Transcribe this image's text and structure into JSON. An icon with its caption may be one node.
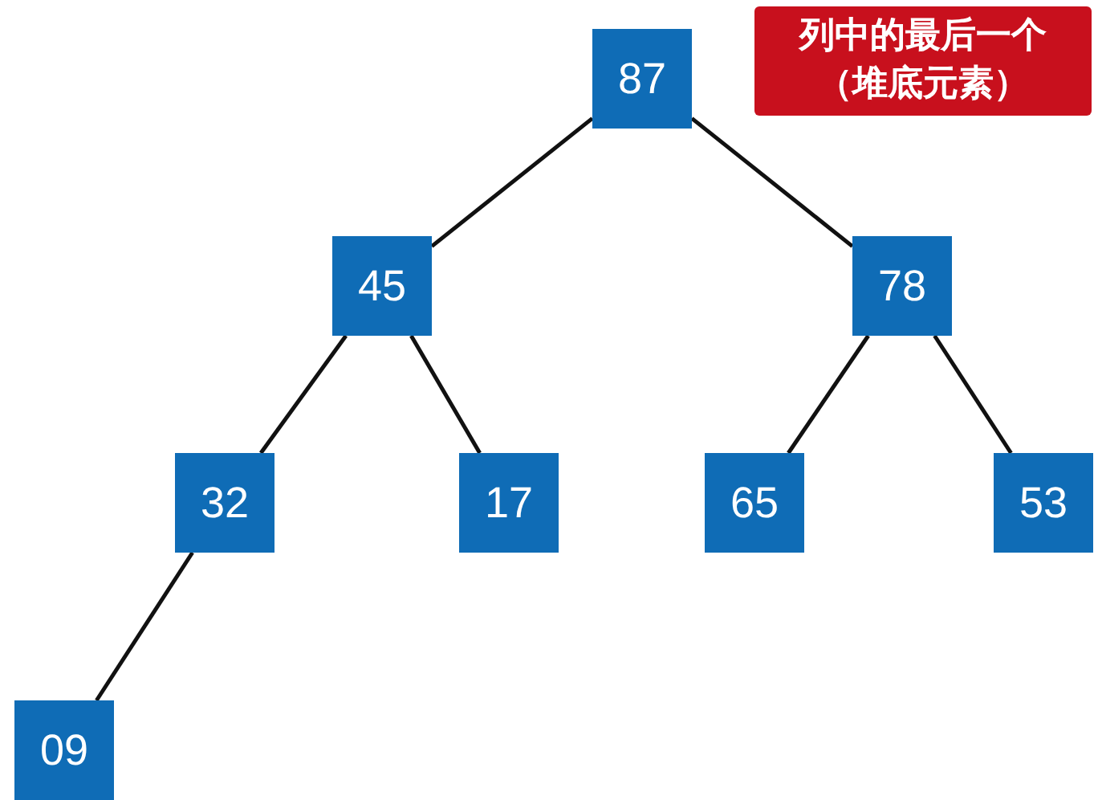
{
  "diagram": {
    "nodes": [
      {
        "text": [
          "87"
        ]
      },
      {
        "text": [
          "45"
        ]
      },
      {
        "text": [
          "78"
        ]
      },
      {
        "text": [
          "32"
        ]
      },
      {
        "text": [
          "17"
        ]
      },
      {
        "text": [
          "65"
        ]
      },
      {
        "text": [
          "53"
        ]
      },
      {
        "text": [
          "09"
        ]
      },
      {
        "text": [
          "列中的最后一个（堆底元素）"
        ]
      }
    ],
    "edges": [
      {
        "from": 0,
        "to": 1,
        "arrow": "none"
      },
      {
        "from": 0,
        "to": 2,
        "arrow": "none"
      },
      {
        "from": 1,
        "to": 3,
        "arrow": "none"
      },
      {
        "from": 1,
        "to": 4,
        "arrow": "none"
      },
      {
        "from": 2,
        "to": 5,
        "arrow": "none"
      },
      {
        "from": 2,
        "to": 6,
        "arrow": "none"
      },
      {
        "from": 3,
        "to": 7,
        "arrow": "none"
      }
    ]
  }
}
